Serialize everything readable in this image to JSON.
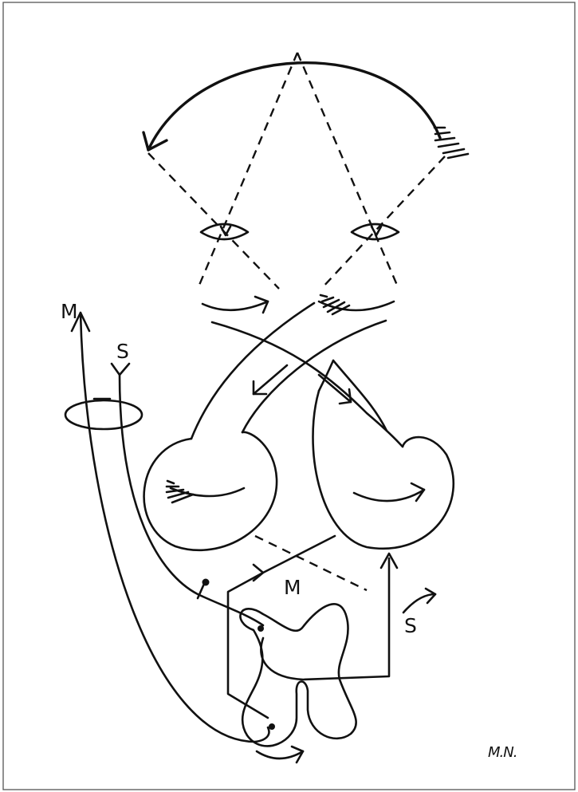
{
  "labels": {
    "m_top": "M",
    "s_top": "S",
    "m_middle": "M",
    "s_right": "S",
    "signature": "M.N."
  },
  "colors": {
    "ink": "#111111",
    "paper": "#ffffff",
    "frame": "#555555"
  }
}
